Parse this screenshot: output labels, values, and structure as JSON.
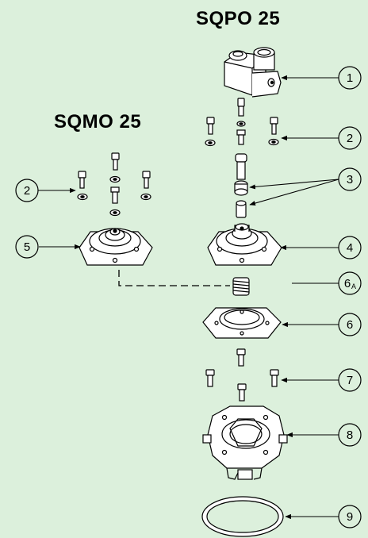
{
  "titles": {
    "right": "SQPO 25",
    "left": "SQMO 25"
  },
  "callouts": [
    {
      "id": "1",
      "label": "1"
    },
    {
      "id": "2a",
      "label": "2"
    },
    {
      "id": "2b",
      "label": "2"
    },
    {
      "id": "3",
      "label": "3"
    },
    {
      "id": "4",
      "label": "4"
    },
    {
      "id": "5",
      "label": "5"
    },
    {
      "id": "6a",
      "label": "6",
      "sub": "A"
    },
    {
      "id": "6",
      "label": "6"
    },
    {
      "id": "7",
      "label": "7"
    },
    {
      "id": "8",
      "label": "8"
    },
    {
      "id": "9",
      "label": "9"
    }
  ],
  "colors": {
    "background": "#dcf0dc",
    "line": "#000000",
    "part_fill": "#ffffff"
  }
}
